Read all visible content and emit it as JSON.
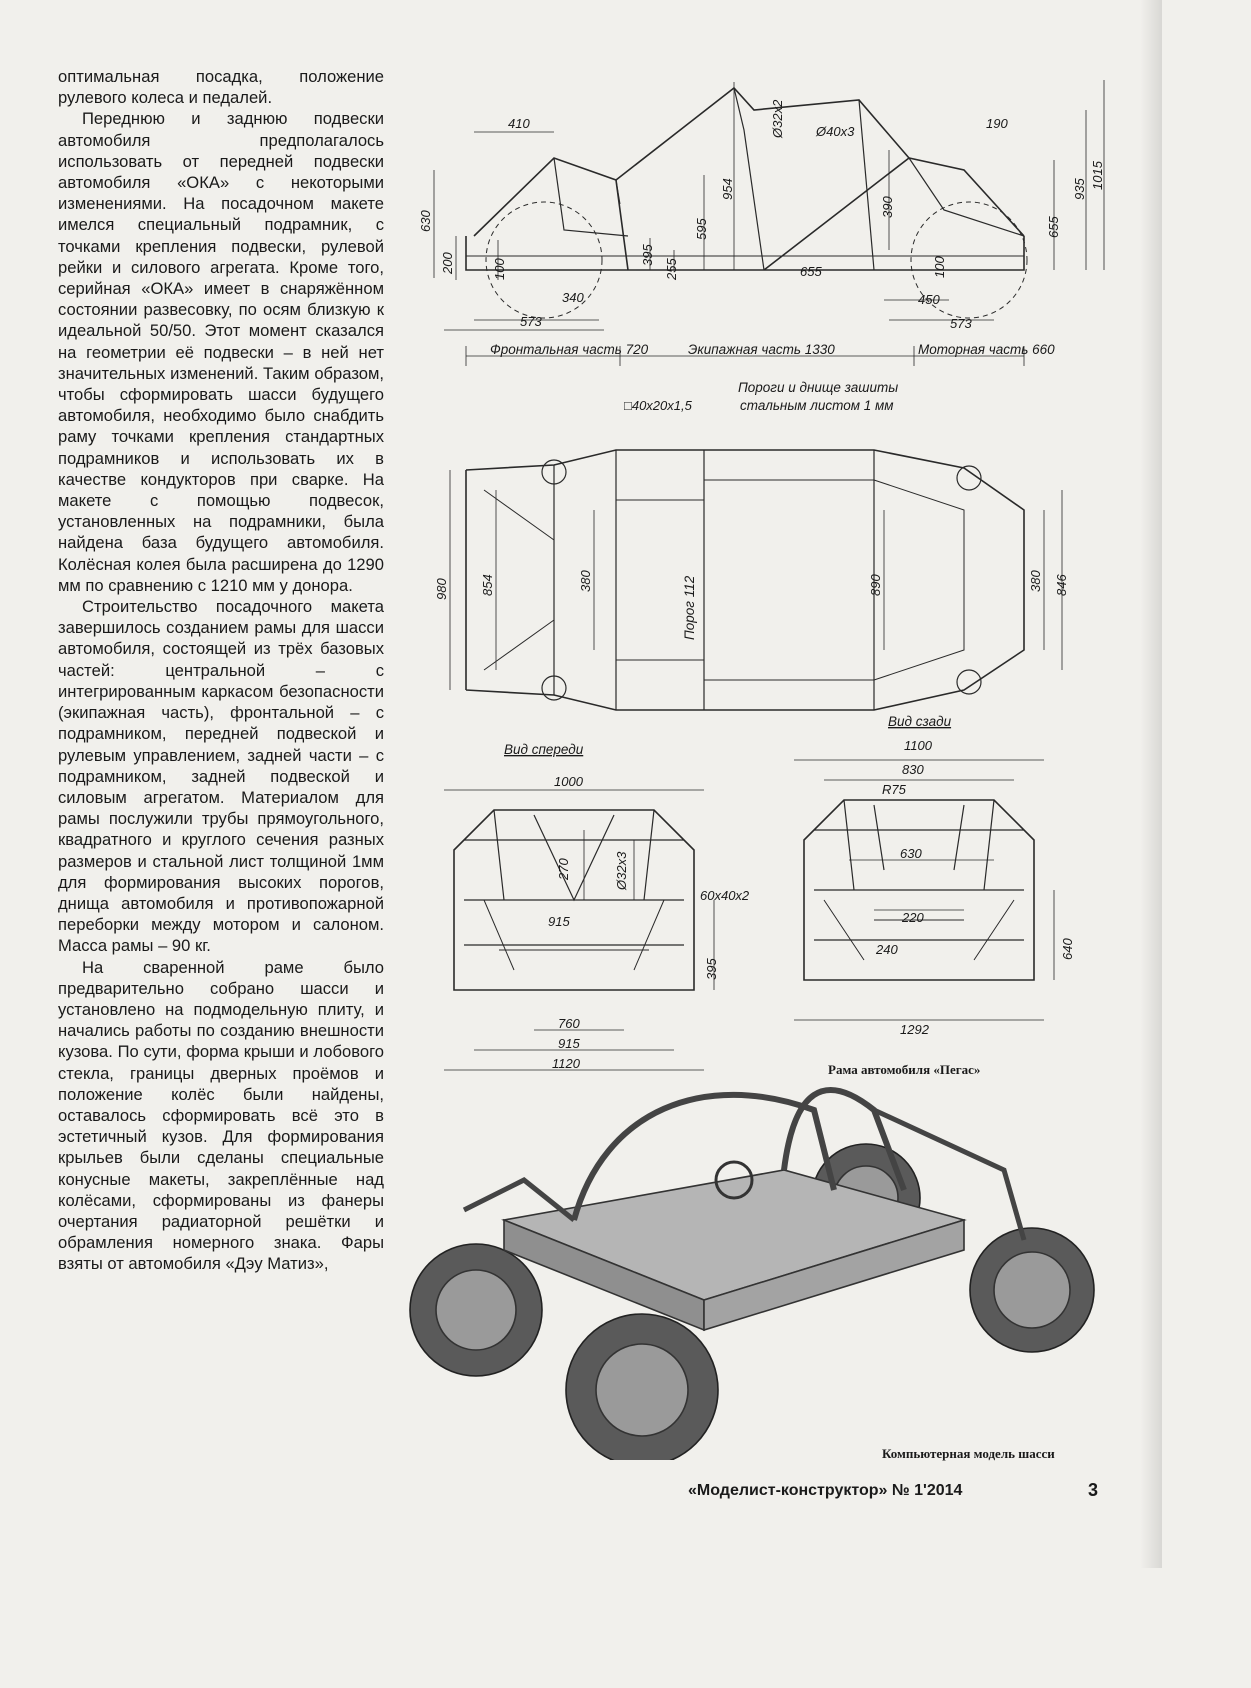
{
  "article": {
    "paragraphs": [
      "оптимальная посадка, положение рулевого колеса и педалей.",
      "Переднюю и заднюю подвески автомобиля предполагалось использовать от передней подвески автомобиля «ОКА» с некоторыми изменениями. На посадочном макете имелся специальный подрамник, с точками крепления подвески, рулевой рейки и силового агрегата. Кроме того, серийная «ОКА» имеет в снаряжённом состоянии развесовку, по осям близкую к идеальной 50/50. Этот момент сказался на геометрии её подвески – в ней нет значительных изменений. Таким образом, чтобы сформировать шасси будущего автомобиля, необходимо было снабдить раму точками крепления стандартных подрамников и использовать их в качестве кондукторов при сварке. На макете с помощью подвесок, установленных на подрамники, была найдена база будущего автомобиля. Колёсная колея была расширена до 1290 мм по сравнению с 1210 мм у донора.",
      "Строительство посадочного макета завершилось созданием рамы для шасси автомобиля, состоящей из трёх базовых частей: центральной – с интегрированным каркасом безопасности (экипажная часть), фронтальной – с подрамником, передней подвеской и рулевым управлением, задней части – с подрамником, задней подвеской и силовым агрегатом. Материалом для рамы послужили трубы прямоугольного, квадратного и круглого сечения разных размеров и стальной лист толщиной 1мм для формирования высоких порогов, днища автомобиля и противопожарной переборки между мотором и салоном. Масса рамы – 90 кг.",
      "На сваренной раме было предварительно собрано шасси и установлено на подмодельную плиту, и начались работы по созданию внешности кузова. По сути, форма крыши и лобового стекла, границы дверных проёмов и положение колёс были найдены, оставалось сформировать всё это в эстетичный кузов. Для формирования крыльев были сделаны специальные конусные макеты, закреплённые над колёсами, сформированы из фанеры очертания радиаторной решётки и обрамления номерного знака. Фары взяты от автомобиля «Дэу Матиз»,"
    ]
  },
  "side_view": {
    "dims": [
      "410",
      "Ø32х2",
      "Ø40х3",
      "190",
      "630",
      "200",
      "100",
      "395",
      "255",
      "595",
      "954",
      "390",
      "655",
      "935",
      "1015",
      "100",
      "340",
      "573",
      "655",
      "450",
      "573"
    ],
    "sections": [
      "Фронтальная часть 720",
      "Экипажная часть 1330",
      "Моторная часть 660"
    ]
  },
  "top_view": {
    "note_1": "Пороги и днище зашиты",
    "note_2": "стальным листом 1 мм",
    "tube": "□40х20х1,5",
    "dims": [
      "980",
      "854",
      "380",
      "890",
      "380",
      "846"
    ],
    "sill": "Порог 112"
  },
  "front_view": {
    "title": "Вид спереди",
    "dims": [
      "1000",
      "270",
      "Ø32х3",
      "60х40х2",
      "915",
      "395",
      "760",
      "915",
      "1120"
    ]
  },
  "rear_view": {
    "title": "Вид сзади",
    "dims": [
      "1100",
      "830",
      "R75",
      "630",
      "220",
      "240",
      "640",
      "1292"
    ]
  },
  "captions": {
    "frame": "Рама автомобиля «Пегас»",
    "model": "Компьютерная модель шасси"
  },
  "footer": {
    "magazine": "«Моделист-конструктор» № 1'2014",
    "page_number": "3"
  }
}
